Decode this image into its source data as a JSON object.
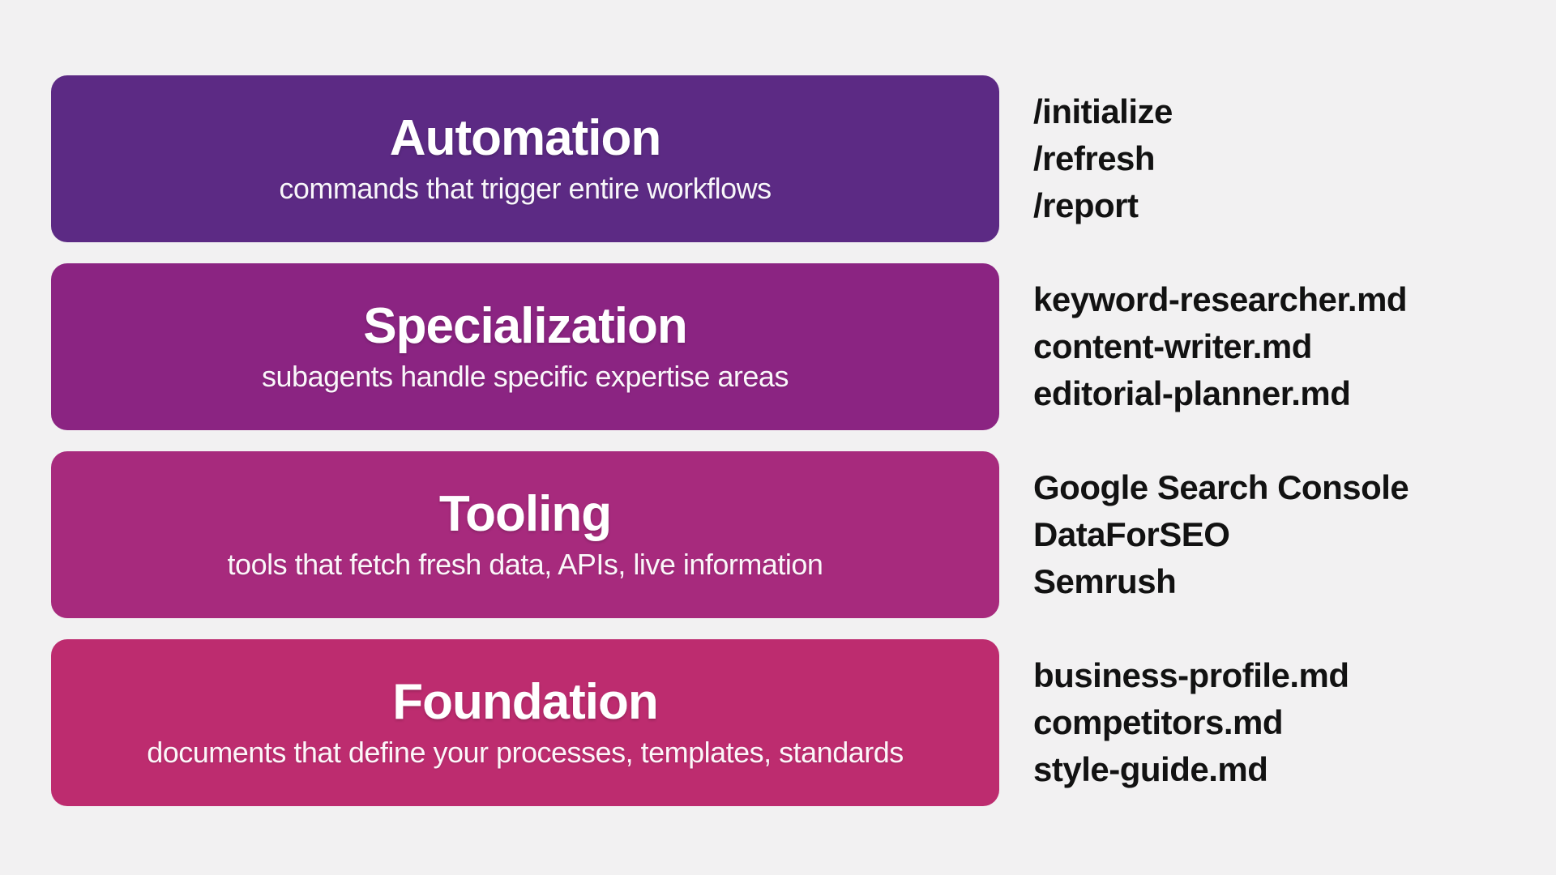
{
  "page": {
    "background_color": "#f2f1f2",
    "label_text_color": "#121212"
  },
  "layers": [
    {
      "title": "Automation",
      "subtitle": "commands that trigger entire workflows",
      "color": "#5c2a84",
      "items": [
        "/initialize",
        "/refresh",
        "/report"
      ]
    },
    {
      "title": "Specialization",
      "subtitle": "subagents handle specific expertise areas",
      "color": "#8b2482",
      "items": [
        "keyword-researcher.md",
        "content-writer.md",
        "editorial-planner.md"
      ]
    },
    {
      "title": "Tooling",
      "subtitle": "tools that fetch fresh data, APIs, live information",
      "color": "#a72a7d",
      "items": [
        "Google Search Console",
        "DataForSEO",
        "Semrush"
      ]
    },
    {
      "title": "Foundation",
      "subtitle": "documents that define your processes, templates, standards",
      "color": "#bd2c6f",
      "items": [
        "business-profile.md",
        "competitors.md",
        "style-guide.md"
      ]
    }
  ]
}
